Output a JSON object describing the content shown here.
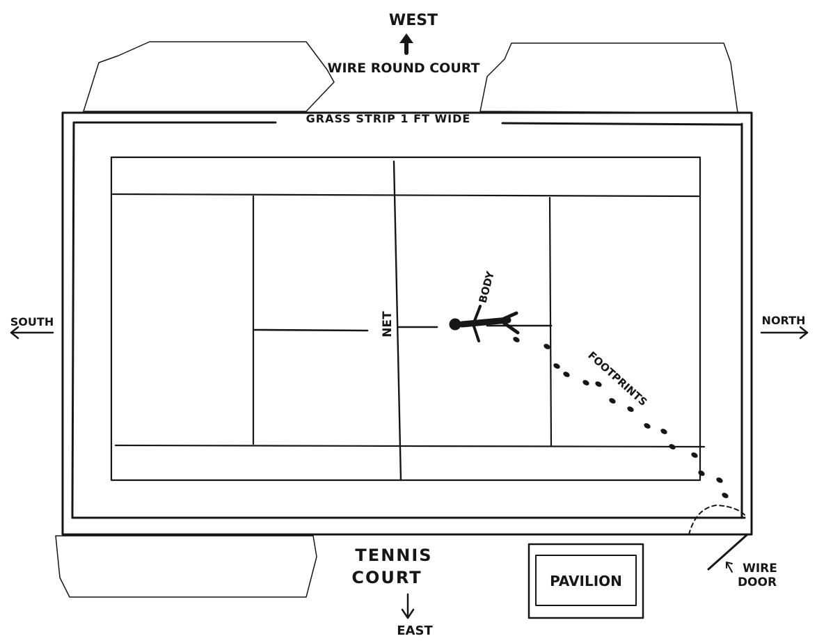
{
  "compass": {
    "west": "WEST",
    "east": "EAST",
    "south": "SOUTH",
    "north": "NORTH"
  },
  "labels": {
    "wire_round_court": "WIRE ROUND COURT",
    "grass_strip": "GRASS STRIP 1 FT WIDE",
    "net": "NET",
    "body": "BODY",
    "footprints": "FOOTPRINTS",
    "tennis_court_line1": "TENNIS",
    "tennis_court_line2": "COURT",
    "pavilion": "PAVILION",
    "wire_door_line1": "WIRE",
    "wire_door_line2": "DOOR"
  },
  "colors": {
    "ink": "#161616",
    "paper": "#ffffff"
  }
}
